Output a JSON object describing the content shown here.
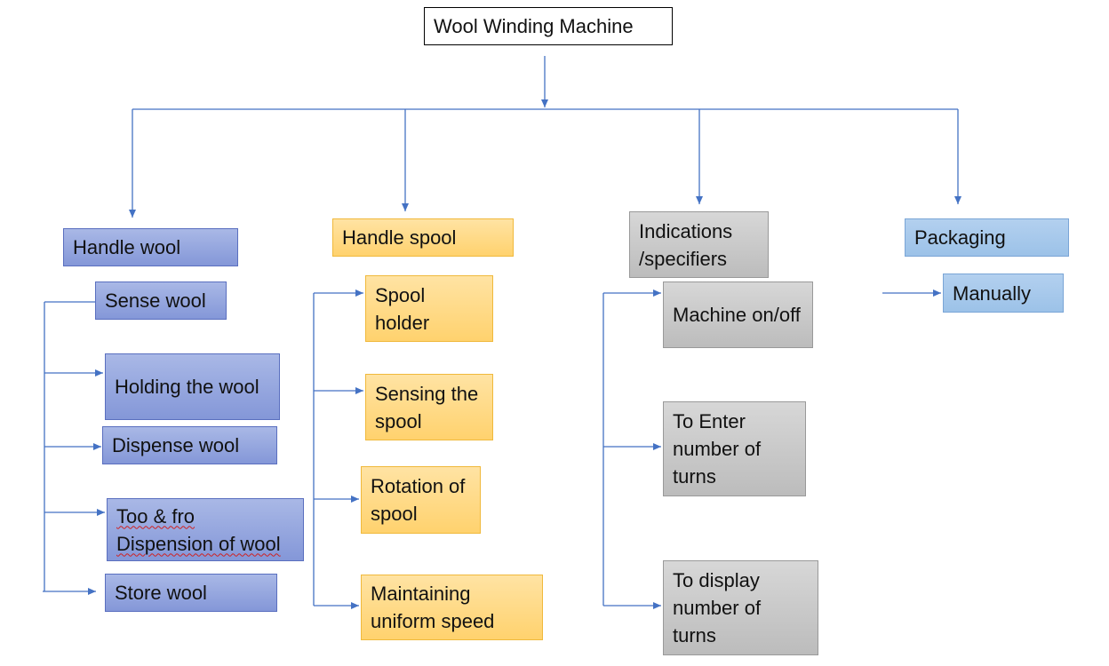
{
  "title": "Wool Winding Machine",
  "line_color": "#4472c4",
  "branches": [
    {
      "heading": "Handle wool",
      "items": [
        "Sense wool",
        "Holding the wool",
        "Dispense wool",
        "Too & fro Dispension of wool",
        "Store wool"
      ]
    },
    {
      "heading": "Handle spool",
      "items": [
        "Spool holder",
        "Sensing the spool",
        "Rotation of spool",
        "Maintaining uniform speed"
      ]
    },
    {
      "heading": "Indications /specifiers",
      "items": [
        "Machine on/off",
        "To Enter number of turns",
        "To display number of turns"
      ]
    },
    {
      "heading": "Packaging",
      "items": [
        "Manually"
      ]
    }
  ]
}
